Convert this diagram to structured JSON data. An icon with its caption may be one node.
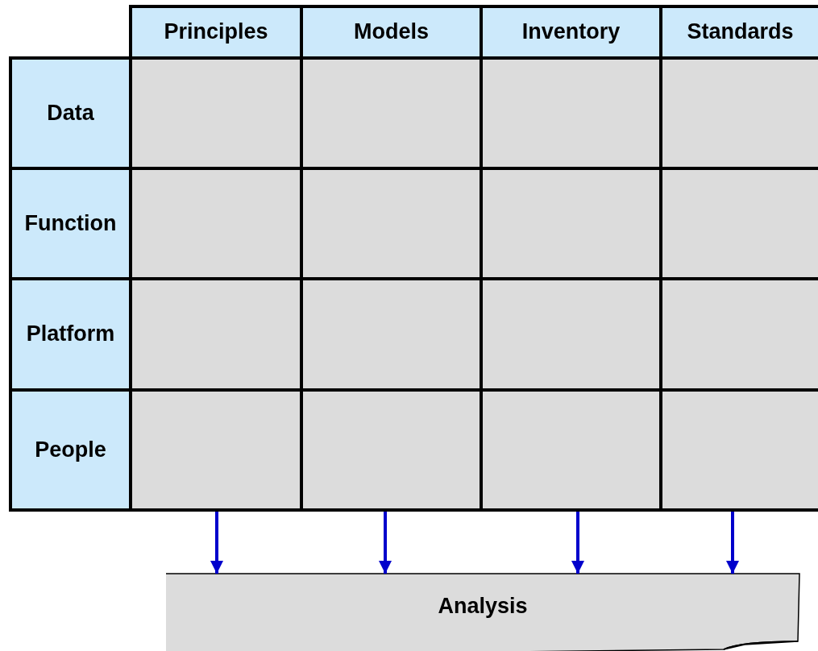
{
  "diagram": {
    "nodes": [
      {
        "text": [
          "Principles"
        ]
      },
      {
        "text": [
          "Models"
        ]
      },
      {
        "text": [
          "Inventory"
        ]
      },
      {
        "text": [
          "Standards"
        ]
      },
      {
        "text": [
          "Data"
        ]
      },
      {
        "text": [],
        "shape": "box"
      },
      {
        "text": [],
        "shape": "box"
      },
      {
        "text": [],
        "shape": "box"
      },
      {
        "text": [],
        "shape": "box"
      },
      {
        "text": [
          "Function"
        ]
      },
      {
        "text": [],
        "shape": "box"
      },
      {
        "text": [],
        "shape": "box"
      },
      {
        "text": [],
        "shape": "box"
      },
      {
        "text": [],
        "shape": "box"
      },
      {
        "text": [
          "Platform"
        ]
      },
      {
        "text": [],
        "shape": "box"
      },
      {
        "text": [],
        "shape": "box"
      },
      {
        "text": [],
        "shape": "box"
      },
      {
        "text": [],
        "shape": "box"
      },
      {
        "text": [
          "People"
        ]
      },
      {
        "text": [],
        "shape": "box"
      },
      {
        "text": [],
        "shape": "box"
      },
      {
        "text": [],
        "shape": "box"
      },
      {
        "text": [],
        "shape": "box"
      },
      {
        "text": [
          "Analysis"
        ]
      }
    ],
    "edges": [
      {
        "from": 20,
        "to": 24,
        "arrow": "to"
      },
      {
        "from": 21,
        "to": 24,
        "arrow": "to"
      },
      {
        "from": 22,
        "to": 24,
        "arrow": "to"
      },
      {
        "from": 23,
        "to": 24,
        "arrow": "to"
      }
    ]
  }
}
